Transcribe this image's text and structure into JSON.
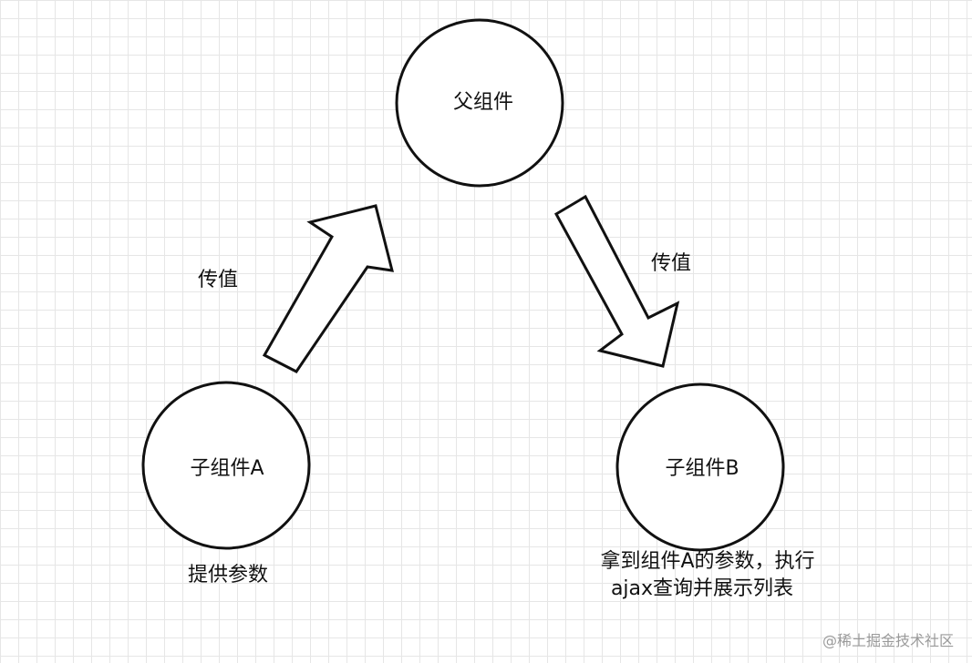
{
  "nodes": {
    "parent": {
      "label": "父组件"
    },
    "child_a": {
      "label": "子组件A"
    },
    "child_b": {
      "label": "子组件B"
    }
  },
  "edges": {
    "a_to_parent": {
      "label": "传值"
    },
    "parent_to_b": {
      "label": "传值"
    }
  },
  "notes": {
    "child_a": "提供参数",
    "child_b_line1": "拿到组件A的参数，执行",
    "child_b_line2": "ajax查询并展示列表"
  },
  "watermark": "@稀土掘金技术社区",
  "colors": {
    "stroke": "#111111",
    "fill": "#ffffff",
    "grid": "#e6e6e6"
  }
}
